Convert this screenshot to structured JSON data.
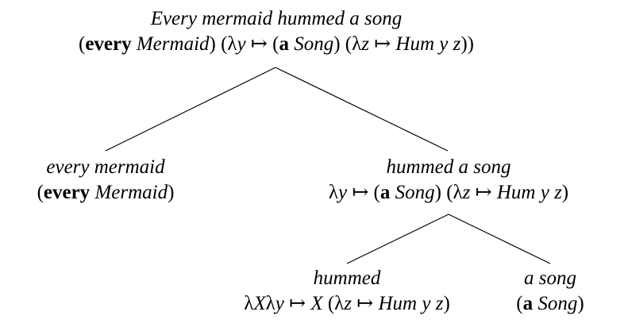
{
  "tree": {
    "root": {
      "phrase": "Every mermaid hummed a song",
      "term": {
        "p1": "(",
        "every_kw": "every",
        "p2": " ",
        "mermaid": "Mermaid",
        "p3": ") (λ",
        "y1": "y",
        "p4": " ↦ (",
        "a_kw": "a",
        "p5": " ",
        "song": "Song",
        "p6": ") (λ",
        "z1": "z",
        "p7": " ↦ ",
        "hum": "Hum",
        "p8": " ",
        "y2": "y",
        "p9": " ",
        "z2": "z",
        "p10": "))"
      }
    },
    "left": {
      "phrase": "every mermaid",
      "term": {
        "p1": "(",
        "every_kw": "every",
        "p2": " ",
        "mermaid": "Mermaid",
        "p3": ")"
      }
    },
    "right": {
      "phrase": "hummed a song",
      "term": {
        "p1": "λ",
        "y1": "y",
        "p2": " ↦ (",
        "a_kw": "a",
        "p3": " ",
        "song": "Song",
        "p4": ") (λ",
        "z1": "z",
        "p5": " ↦ ",
        "hum": "Hum",
        "p6": " ",
        "y2": "y",
        "p7": " ",
        "z2": "z",
        "p8": ")"
      }
    },
    "hummed": {
      "phrase": "hummed",
      "term": {
        "p1": "λ",
        "X1": "X",
        "p2": "λ",
        "y1": "y",
        "p3": " ↦ ",
        "X2": "X",
        "p4": " (λ",
        "z1": "z",
        "p5": " ↦ ",
        "hum": "Hum",
        "p6": " ",
        "y2": "y",
        "p7": " ",
        "z2": "z",
        "p8": ")"
      }
    },
    "asong": {
      "phrase": "a song",
      "term": {
        "p1": "(",
        "a_kw": "a",
        "p2": " ",
        "song": "Song",
        "p3": ")"
      }
    }
  }
}
